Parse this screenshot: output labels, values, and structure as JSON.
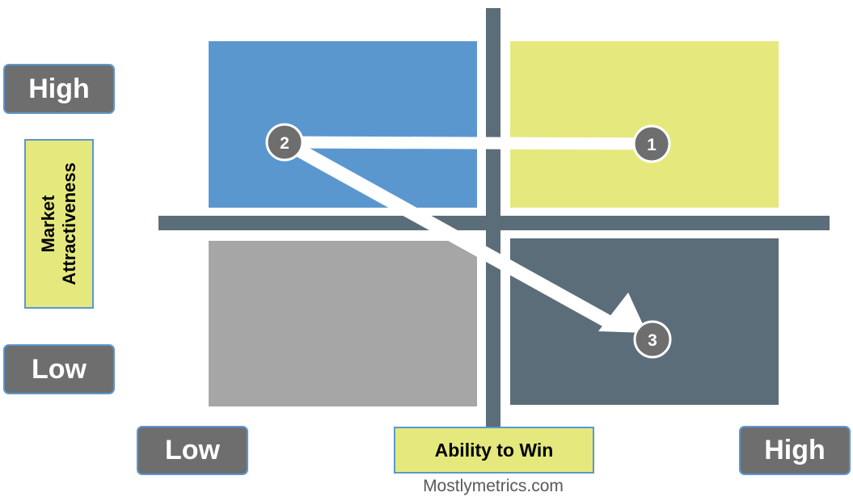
{
  "y_axis": {
    "title_line1": "Market",
    "title_line2": "Attractiveness",
    "high_label": "High",
    "low_label": "Low"
  },
  "x_axis": {
    "title": "Ability to Win",
    "low_label": "Low",
    "high_label": "High"
  },
  "quadrant_colors": {
    "top_left": "#5b97cf",
    "top_right": "#e5e97d",
    "bottom_left": "#a6a6a6",
    "bottom_right": "#5c6d7a"
  },
  "steps": [
    {
      "number": "1",
      "quadrant": "top-right"
    },
    {
      "number": "2",
      "quadrant": "top-left"
    },
    {
      "number": "3",
      "quadrant": "bottom-right"
    }
  ],
  "connections": [
    {
      "from": "1",
      "to": "2",
      "style": "line"
    },
    {
      "from": "2",
      "to": "3",
      "style": "arrow"
    }
  ],
  "footer": "Mostlymetrics.com"
}
